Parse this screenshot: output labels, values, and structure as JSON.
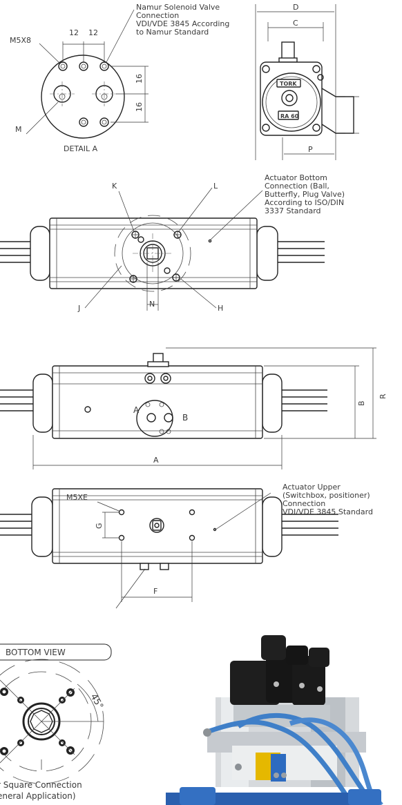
{
  "detail_a": {
    "thread_label": "M5X8",
    "dim_h1": "12",
    "dim_h2": "12",
    "dim_v1": "16",
    "dim_v2": "16",
    "m_label": "M",
    "caption": "DETAIL A",
    "note_lines": [
      "Namur Solenoid Valve",
      "Connection",
      "VDI/VDE 3845 According",
      "to Namur Standard"
    ]
  },
  "front_view": {
    "dim_d": "D",
    "dim_c": "C",
    "dim_p": "P",
    "brand": "TORK",
    "model": "RA 60"
  },
  "bottom_connection_view": {
    "labels": {
      "k": "K",
      "l": "L",
      "j": "J",
      "h": "H",
      "n": "N"
    },
    "note_lines": [
      "Actuator Bottom",
      "Connection (Ball,",
      "Butterfly, Plug Valve)",
      "According to ISO/DIN",
      "3337 Standard"
    ]
  },
  "side_view": {
    "dim_a": "A",
    "dim_b": "B",
    "dim_r": "R",
    "port_a": "A",
    "port_b": "B"
  },
  "top_view": {
    "thread_label": "M5XE",
    "dim_g": "G",
    "dim_f": "F",
    "note_lines": [
      "Actuator Upper",
      "(Switchbox, positioner)",
      "Connection",
      "VDI/VDE 3845 Standard"
    ]
  },
  "bottom_view": {
    "title": "BOTTOM VIEW",
    "angle": "45°",
    "caption_lines": [
      "r Square Connection",
      "eneral Application)"
    ]
  },
  "photo": {
    "colors": {
      "hose": "#3f7fc8",
      "solenoid": "#1b1b1b",
      "blue_part": "#2d6bc0",
      "metal": "#c8ccd0"
    }
  }
}
